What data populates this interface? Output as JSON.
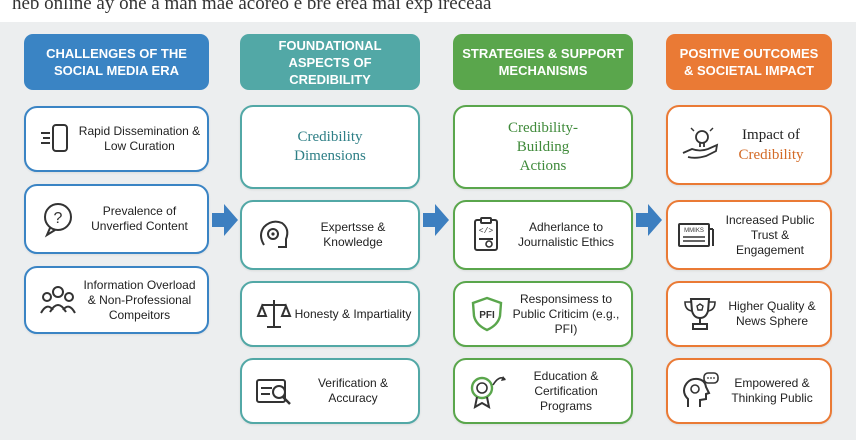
{
  "top_text": "heb online ay one a man mae acoreo e bre erea mai exp ireceaa",
  "colors": {
    "blue": "#3a84c4",
    "teal": "#52a8a6",
    "green": "#5aa64c",
    "orange": "#ea7a35",
    "arrow": "#3d7fc0"
  },
  "columns": [
    {
      "header": "Challenges of the Social Media Era",
      "cards": [
        {
          "text": "Rapid Dissemination & Low Curation",
          "icon": "phone-swipe-icon"
        },
        {
          "text": "Prevalence of Unverfied Content",
          "icon": "question-bubble-icon"
        },
        {
          "text": "Information Overload & Non-Professional Compeitors",
          "icon": "people-group-icon"
        }
      ]
    },
    {
      "header": "Foundational Aspects of Credibility",
      "title_card": "Credibility Dimensions",
      "cards": [
        {
          "text": "Expertsse & Knowledge",
          "icon": "brain-gear-icon"
        },
        {
          "text": "Honesty & Impartiality",
          "icon": "scales-icon"
        },
        {
          "text": "Verification & Accuracy",
          "icon": "document-magnifier-icon"
        }
      ]
    },
    {
      "header": "Strategies & Support Mechanisms",
      "title_card": "Credibility-Building Actions",
      "cards": [
        {
          "text": "Adherlance to Journalistic Ethics",
          "icon": "code-clipboard-icon"
        },
        {
          "text": "Responsimess to Public Criticim (e.g., PFI)",
          "icon": "pfi-badge-icon",
          "badge": "PFI"
        },
        {
          "text": "Education & Certification Programs",
          "icon": "certificate-ribbon-icon"
        }
      ]
    },
    {
      "header": "Positive Outcomes & Societal Impact",
      "title_card": {
        "line1": "Impact of",
        "line2": "Credibility"
      },
      "cards": [
        {
          "text": "Increased Public Trust & Engagement",
          "icon": "newspaper-icon",
          "badge": "MMIKS"
        },
        {
          "text": "Higher Quality & News Sphere",
          "icon": "trophy-icon"
        },
        {
          "text": "Empowered & Thinking Public",
          "icon": "head-speech-icon"
        }
      ]
    }
  ]
}
